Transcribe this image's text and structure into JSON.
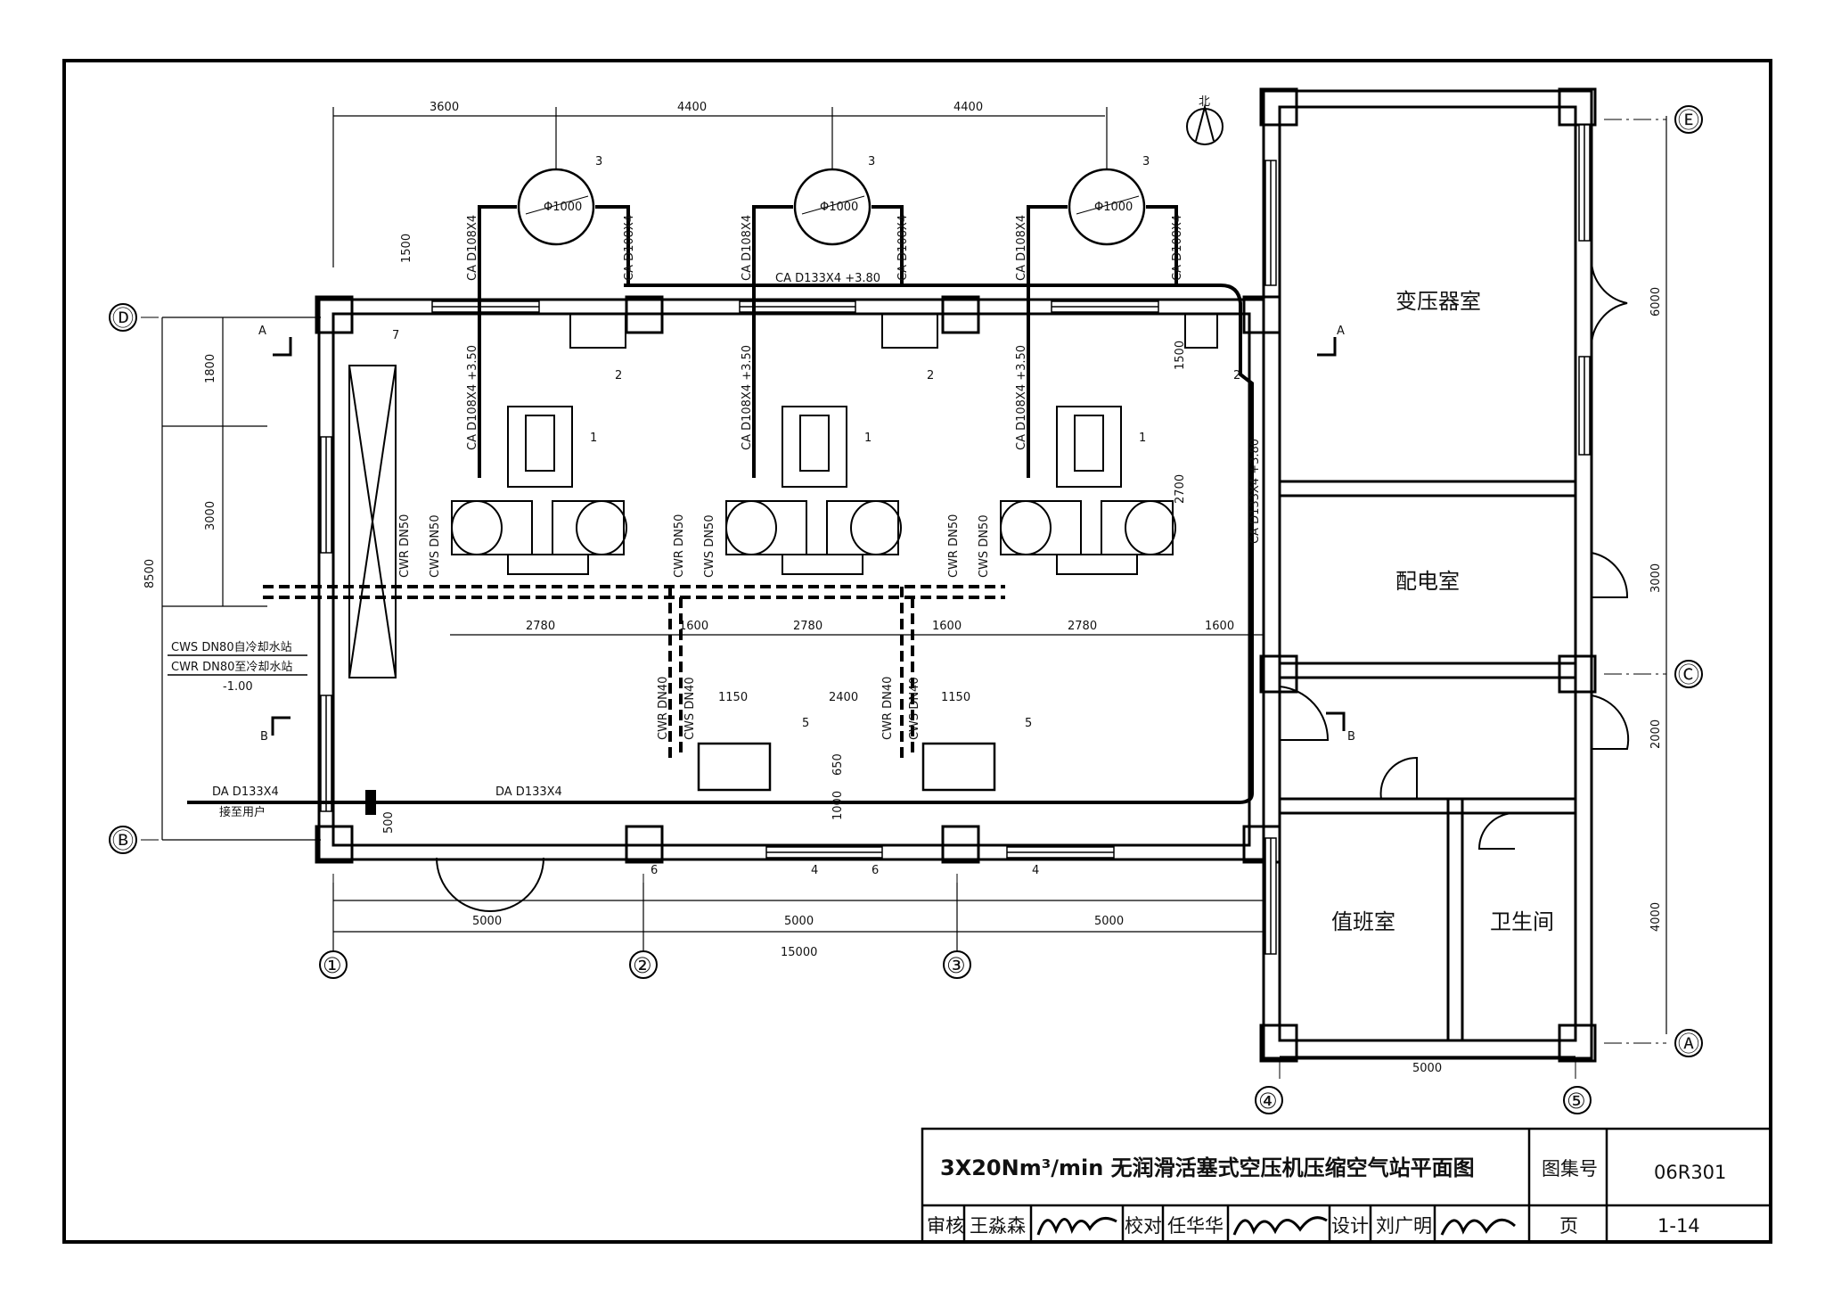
{
  "drawing": {
    "title": "3X20Nm³/min 无润滑活塞式空压机压缩空气站平面图",
    "atlas_no_label": "图集号",
    "atlas_no": "06R301",
    "page_label": "页",
    "page": "1-14",
    "review_label": "审核",
    "reviewer": "王淼森",
    "check_label": "校对",
    "checker": "任华华",
    "design_label": "设计",
    "designer": "刘广明"
  },
  "axes": {
    "col": [
      "①",
      "②",
      "③",
      "④",
      "⑤"
    ],
    "row": [
      "Ⓔ",
      "Ⓓ",
      "Ⓒ",
      "Ⓑ",
      "Ⓐ"
    ]
  },
  "north": "北",
  "dims": {
    "top": [
      "3600",
      "4400",
      "4400"
    ],
    "left": [
      "1800",
      "3000",
      "8500"
    ],
    "vessel_offset": "1500",
    "bottom": [
      "5000",
      "5000",
      "5000",
      "15000"
    ],
    "machine": [
      "2780",
      "1600",
      "2780",
      "1600",
      "2780",
      "1600"
    ],
    "right_room": [
      "6000",
      "3000",
      "2000",
      "4000"
    ],
    "annex_bottom": "5000",
    "right_inner": [
      "1500",
      "2700"
    ],
    "cooler": [
      "1150",
      "2400",
      "1150"
    ],
    "cooler_v": [
      "650",
      "1000"
    ],
    "da_v": "500"
  },
  "pipes": {
    "ca_d108": "CA D108X4",
    "ca_d108_350": "CA D108X4 +3.50",
    "ca_main": "CA D133X4 +3.80",
    "ca_main_v": "CA D133X4 +3.80",
    "cwr50": "CWR DN50",
    "cws50": "CWS DN50",
    "cwr40": "CWR DN40",
    "cws40": "CWS DN40",
    "cws80": "CWS DN80自冷却水站",
    "cwr80": "CWR DN80至冷却水站",
    "elev": "-1.00",
    "da": "DA D133X4",
    "da_user": "接至用户"
  },
  "vessel_dia": "Φ1000",
  "rooms": [
    "变压器室",
    "配电室",
    "值班室",
    "卫生间"
  ],
  "section_marks": [
    "A",
    "B"
  ],
  "tags": [
    "1",
    "2",
    "3",
    "4",
    "5",
    "6",
    "7"
  ]
}
